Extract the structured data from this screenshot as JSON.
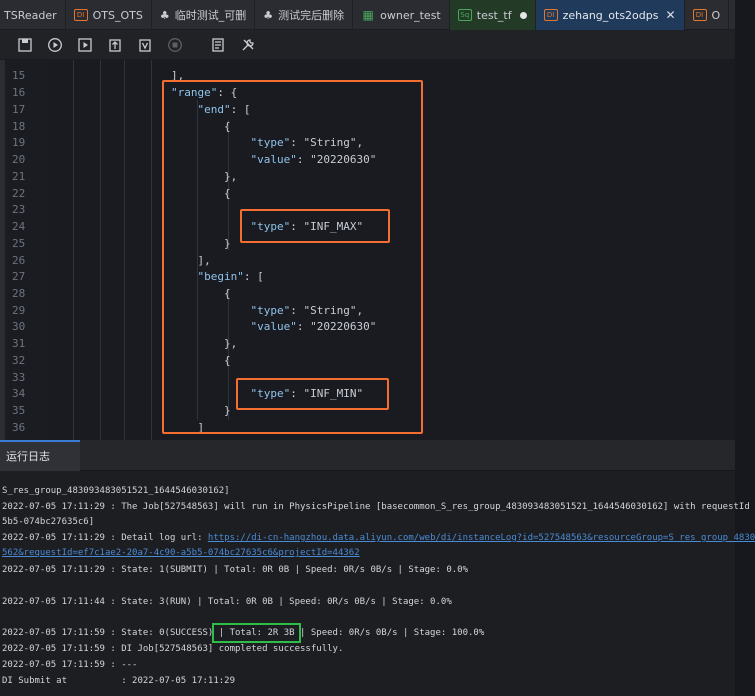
{
  "tabs": [
    {
      "badge": "",
      "icon": "",
      "label": "TSReader"
    },
    {
      "badge": "DI",
      "icon": "",
      "label": "OTS_OTS"
    },
    {
      "badge": "",
      "icon": "♣",
      "label": "临时测试_可删"
    },
    {
      "badge": "",
      "icon": "♣",
      "label": "测试完后删除"
    },
    {
      "badge": "▦",
      "icon": "",
      "label": "owner_test"
    },
    {
      "badge": "Sq",
      "icon": "",
      "label": "test_tf"
    },
    {
      "badge": "DI",
      "icon": "",
      "label": "zehang_ots2odps"
    },
    {
      "badge": "DI",
      "icon": "",
      "label": "O"
    }
  ],
  "toolbar_icons": [
    "save-icon",
    "run-icon",
    "run-with-params-icon",
    "submit-icon",
    "publish-icon",
    "stop-icon",
    "format-icon",
    "tools-icon"
  ],
  "editor": {
    "lines": [
      {
        "n": "15",
        "t": "],"
      },
      {
        "n": "16",
        "t": "\"range\": {"
      },
      {
        "n": "17",
        "t": "    \"end\": ["
      },
      {
        "n": "18",
        "t": "        {"
      },
      {
        "n": "19",
        "t": "            \"type\": \"String\","
      },
      {
        "n": "20",
        "t": "            \"value\": \"20220630\""
      },
      {
        "n": "21",
        "t": "        },"
      },
      {
        "n": "22",
        "t": "        {"
      },
      {
        "n": "23",
        "t": ""
      },
      {
        "n": "24",
        "t": "            \"type\": \"INF_MAX\""
      },
      {
        "n": "25",
        "t": "        }"
      },
      {
        "n": "26",
        "t": "    ],"
      },
      {
        "n": "27",
        "t": "    \"begin\": ["
      },
      {
        "n": "28",
        "t": "        {"
      },
      {
        "n": "29",
        "t": "            \"type\": \"String\","
      },
      {
        "n": "30",
        "t": "            \"value\": \"20220630\""
      },
      {
        "n": "31",
        "t": "        },"
      },
      {
        "n": "32",
        "t": "        {"
      },
      {
        "n": "33",
        "t": ""
      },
      {
        "n": "34",
        "t": "            \"type\": \"INF_MIN\""
      },
      {
        "n": "35",
        "t": "        }"
      },
      {
        "n": "36",
        "t": "    ]"
      }
    ]
  },
  "log": {
    "tab_label": "运行日志",
    "lines": [
      "S_res_group_483093483051521_1644546030162]",
      "2022-07-05 17:11:29 : The Job[527548563] will run in PhysicsPipeline [basecommon_S_res_group_483093483051521_1644546030162] with requestId",
      "5b5-074bc27635c6]",
      "2022-07-05 17:11:29 : Detail log url: ",
      "562&requestId=ef7c1ae2-20a7-4c90-a5b5-074bc27635c6&projectId=44362",
      "2022-07-05 17:11:29 : State: 1(SUBMIT) | Total: 0R 0B | Speed: 0R/s 0B/s | Stage: 0.0%",
      "2022-07-05 17:11:44 : State: 3(RUN) | Total: 0R 0B | Speed: 0R/s 0B/s | Stage: 0.0%",
      "2022-07-05 17:11:59 : State: 0(SUCCESS) | Total: 2R 3B | Speed: 0R/s 0B/s | Stage: 100.0%",
      "2022-07-05 17:11:59 : DI Job[527548563] completed successfully.",
      "2022-07-05 17:11:59 : ---",
      "DI Submit at          : 2022-07-05 17:11:29"
    ],
    "detail_url": "https://di-cn-hangzhou.data.aliyun.com/web/di/instanceLog?id=527548563&resourceGroup=S_res_group_4830"
  },
  "colors": {
    "highlight_orange": "#f36e30",
    "highlight_green": "#2fbd49",
    "json_key": "#8fc3ea",
    "json_string": "#e8907e"
  }
}
